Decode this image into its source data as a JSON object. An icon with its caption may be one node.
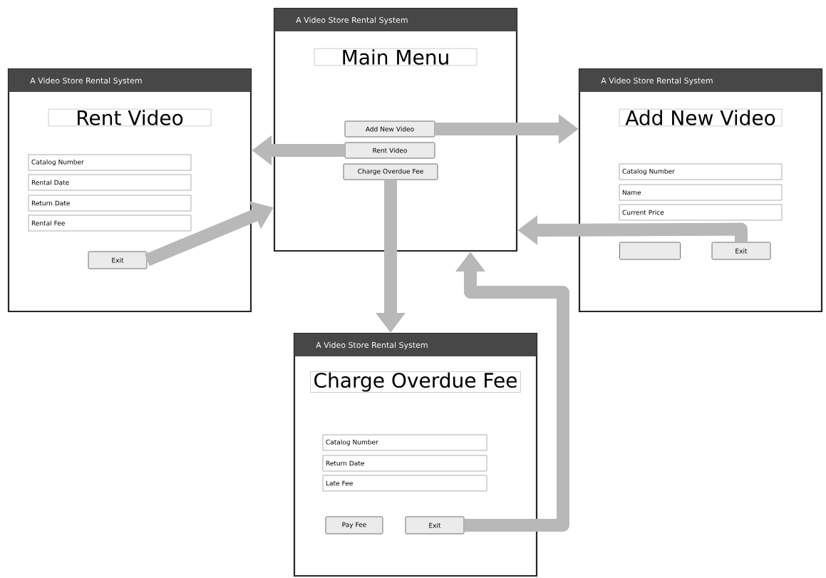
{
  "diagram": {
    "nodes": [
      {
        "text": [
          "A Video Store Rental System",
          "Main Menu"
        ]
      },
      {
        "text": [
          "Add New Video"
        ],
        "in": 0
      },
      {
        "text": [
          "Rent Video"
        ],
        "in": 0
      },
      {
        "text": [
          "Charge Overdue Fee"
        ],
        "in": 0
      },
      {
        "text": [
          "A Video Store Rental System",
          "Rent Video"
        ]
      },
      {
        "text": [
          "Catalog Number"
        ],
        "in": 4
      },
      {
        "text": [
          "Rental Date"
        ],
        "in": 4
      },
      {
        "text": [
          "Return Date"
        ],
        "in": 4
      },
      {
        "text": [
          "Rental Fee"
        ],
        "in": 4
      },
      {
        "text": [
          "Exit"
        ],
        "in": 4
      },
      {
        "text": [
          "A Video Store Rental System",
          "Add New Video"
        ]
      },
      {
        "text": [
          "Catalog Number"
        ],
        "in": 10
      },
      {
        "text": [
          "Name"
        ],
        "in": 10
      },
      {
        "text": [
          "Current Price"
        ],
        "in": 10
      },
      {
        "text": [],
        "shape": "box",
        "in": 10
      },
      {
        "text": [
          "Exit"
        ],
        "in": 10
      },
      {
        "text": [
          "A Video Store Rental System",
          "Charge Overdue Fee"
        ]
      },
      {
        "text": [
          "Catalog Number"
        ],
        "in": 16
      },
      {
        "text": [
          "Return Date"
        ],
        "in": 16
      },
      {
        "text": [
          "Late Fee"
        ],
        "in": 16
      },
      {
        "text": [
          "Pay Fee"
        ],
        "in": 16
      },
      {
        "text": [
          "Exit"
        ],
        "in": 16
      }
    ],
    "edges": [
      {
        "from": 1,
        "to": 10,
        "arrow": "to"
      },
      {
        "from": 2,
        "to": 4,
        "arrow": "to"
      },
      {
        "from": 3,
        "to": 16,
        "arrow": "to"
      },
      {
        "from": 9,
        "to": 0,
        "arrow": "to"
      },
      {
        "from": 15,
        "to": 0,
        "arrow": "to"
      },
      {
        "from": 21,
        "to": 0,
        "arrow": "to"
      }
    ]
  }
}
